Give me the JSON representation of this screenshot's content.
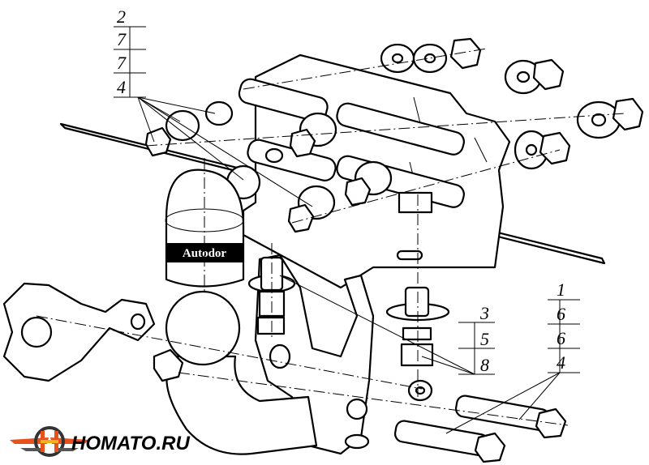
{
  "callouts": {
    "group_left": [
      "2",
      "7",
      "7",
      "4"
    ],
    "group_middle": [
      "3",
      "5",
      "8"
    ],
    "group_right": [
      "1",
      "6",
      "6",
      "4"
    ]
  },
  "cap_text": "Autodor",
  "brand": {
    "text": "HOMATO.RU",
    "accent": "#e8501c",
    "accent2": "#f2b21b"
  }
}
